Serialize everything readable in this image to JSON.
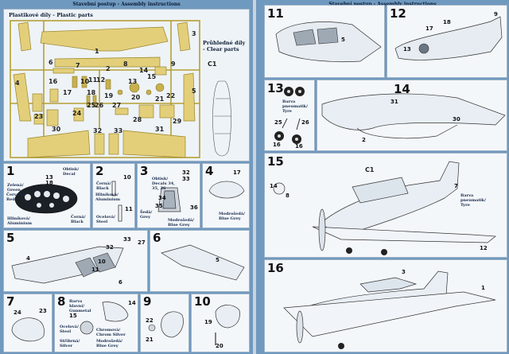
{
  "left_header": "Stavební postup - Assembly instructions",
  "right_header": "Stavební postup - Assembly instructions",
  "sprue": {
    "plastic_title": "Plastikové díly - Plastic parts",
    "clear_title_cz": "Průhledné díly",
    "clear_title_en": "- Clear parts",
    "clear_code": "C1",
    "part_numbers": [
      "1",
      "2",
      "3",
      "4",
      "5",
      "6",
      "7",
      "8",
      "9",
      "10",
      "11",
      "12",
      "13",
      "14",
      "15",
      "16",
      "17",
      "18",
      "19",
      "20",
      "21",
      "22",
      "23",
      "24",
      "25",
      "26",
      "27",
      "28",
      "29",
      "30",
      "31",
      "32",
      "33"
    ]
  },
  "steps": {
    "s1": {
      "num": "1",
      "decal": "Obtisk/ Decal",
      "p13": "13",
      "p18": "18",
      "red": "Červená/ Red",
      "green": "Zelená/ Green",
      "black": "Černá/ Black",
      "alu": "Hliníková/ Aluminium"
    },
    "s2": {
      "num": "2",
      "p10": "10",
      "p11": "11",
      "black": "Černá/ Black",
      "alu": "Hliníková/ Aluminium",
      "steel": "Ocelová/ Steel"
    },
    "s3": {
      "num": "3",
      "belts": "Obtisk/ Decals 34, 35, 36",
      "p32": "32",
      "p33": "33",
      "p34": "34",
      "p35": "35",
      "p36": "36",
      "grey": "Šedá/ Grey",
      "bluegrey": "Modrošedá/ Blue Grey"
    },
    "s4": {
      "num": "4",
      "p17": "17",
      "bluegrey": "Modrošedá/ Blue Grey"
    },
    "s5": {
      "num": "5",
      "p4": "4",
      "p10": "10",
      "p11": "11",
      "p6": "6",
      "p32": "32",
      "p33": "33",
      "p27": "27"
    },
    "s6": {
      "num": "6",
      "p5": "5"
    },
    "s7": {
      "num": "7",
      "p24": "24",
      "p23": "23"
    },
    "s8": {
      "num": "8",
      "gunmetal": "Barva hlavní/ Gunmetal",
      "p15": "15",
      "steel": "Ocelová/ Steel",
      "silver": "Stříbrná/ Silver",
      "chrome": "Chromová/ Chrom Silver",
      "bluegrey": "Modrošedá/ Blue Grey",
      "p14": "14"
    },
    "s9": {
      "num": "9",
      "p22": "22",
      "p21": "21"
    },
    "s10": {
      "num": "10",
      "p19": "19",
      "p20": "20"
    },
    "s11": {
      "num": "11",
      "p5": "5"
    },
    "s12": {
      "num": "12",
      "p9": "9",
      "p17": "17",
      "p18": "18",
      "p13": "13"
    },
    "s13": {
      "num": "13",
      "tyre": "Barva pneumatik/ Tyre",
      "p25": "25",
      "p26": "26",
      "p16a": "16",
      "p16b": "16"
    },
    "s14": {
      "num": "14",
      "p31": "31",
      "p30": "30",
      "p2": "2"
    },
    "s15": {
      "num": "15",
      "c1": "C1",
      "p14": "14",
      "p8": "8",
      "p7": "7",
      "p12": "12",
      "tyre": "Barva pneumatik/ Tyre"
    },
    "s16": {
      "num": "16",
      "p3": "3",
      "p1": "1"
    }
  }
}
